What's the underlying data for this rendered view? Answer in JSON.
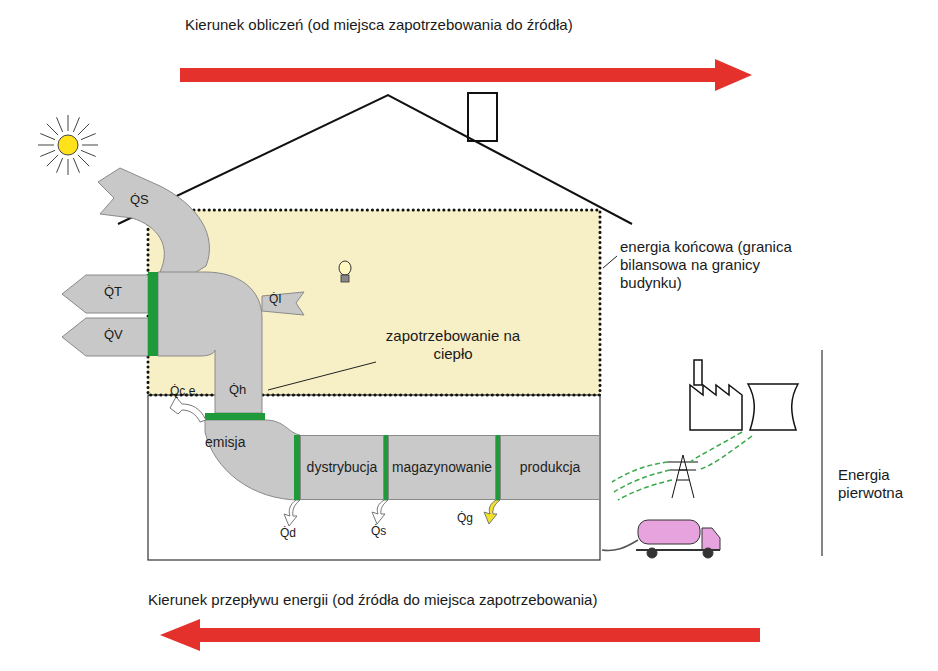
{
  "diagram": {
    "nodes": [
      {
        "text": [
          "emisja"
        ]
      },
      {
        "text": [
          "dystrybucja"
        ]
      },
      {
        "text": [
          "magazynowanie"
        ]
      },
      {
        "text": [
          "produkcja"
        ]
      }
    ],
    "edges": [
      {
        "from": 3,
        "to": 2,
        "arrow": "none"
      },
      {
        "from": 2,
        "to": 1,
        "arrow": "none"
      },
      {
        "from": 1,
        "to": 0,
        "arrow": "none"
      }
    ],
    "labels": [
      "Kierunek obliczeń (od miejsca zapotrzebowania do źródła)",
      "Kierunek przepływu energii (od źródła do miejsca zapotrzebowania)",
      "energia końcowa (granica bilansowa na granicy budynku)",
      "zapotrzebowanie na ciepło",
      "Energia pierwotna",
      "Q̇S",
      "Q̇T",
      "Q̇V",
      "Q̇I",
      "Q̇h",
      "Q̇c,e",
      "Q̇d",
      "Q̇s",
      "Q̇g"
    ]
  }
}
